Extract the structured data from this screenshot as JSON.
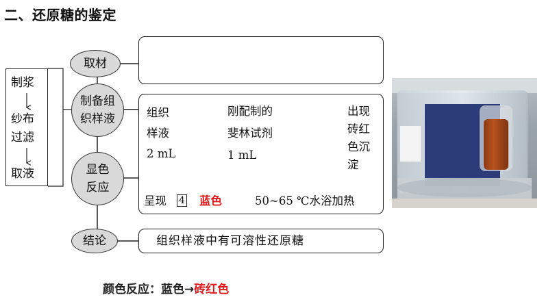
{
  "title": "二、还原糖的鉴定",
  "left_steps": {
    "step1": "制浆",
    "step2a": "纱布",
    "step2b": "过滤",
    "step3": "取液"
  },
  "flow": {
    "sample": "取材",
    "prepare_line1": "制备组",
    "prepare_line2": "织样液",
    "color_line1": "显色",
    "color_line2": "反应",
    "conclusion": "结论"
  },
  "reaction": {
    "sample_label_1": "组织",
    "sample_label_2": "样液",
    "sample_volume": "2 mL",
    "reagent_label_1": "刚配制的",
    "reagent_label_2": "斐林试剂",
    "reagent_volume": "1 mL",
    "result_1": "出现",
    "result_2": "砖红",
    "result_3": "色沉",
    "result_4": "淀",
    "appear_prefix": "呈现",
    "blank_number": "4",
    "blank_answer": "蓝色",
    "heating": "50~65 ℃水浴加热"
  },
  "conclusion_text": "组织样液中有可溶性还原糖",
  "bottom_note": {
    "prefix": "颜色反应：蓝色→",
    "highlight": "砖红色"
  },
  "colors": {
    "answer_red": "#e0191b",
    "oval_fill": "#d9d9d9"
  }
}
